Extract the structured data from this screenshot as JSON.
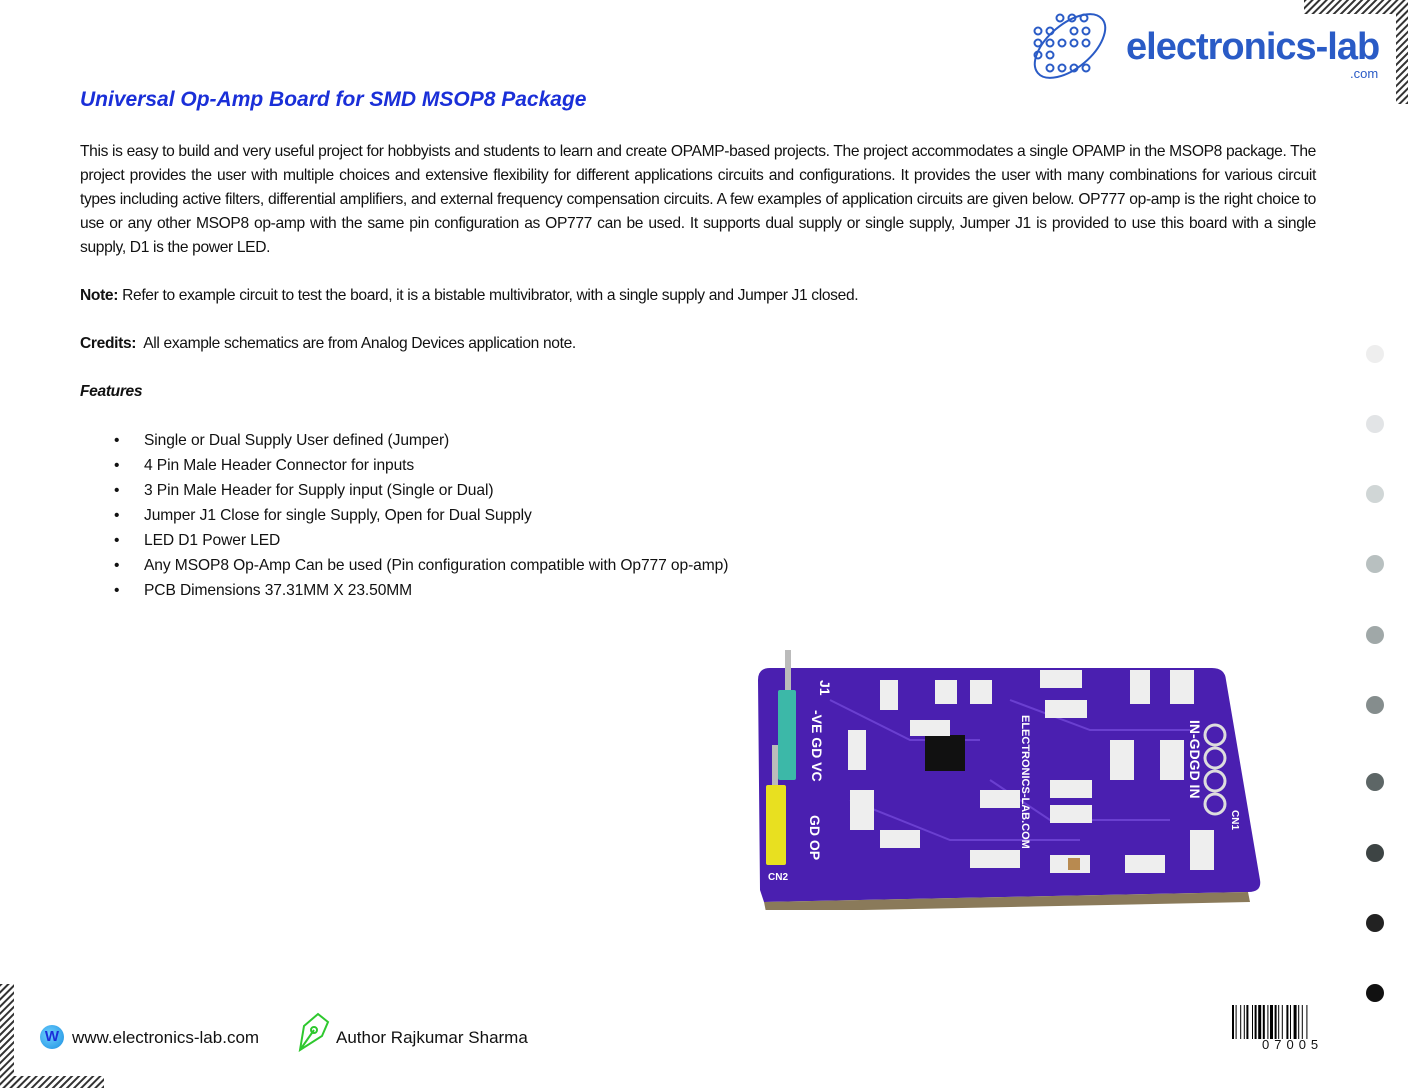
{
  "logo": {
    "name": "electronics-lab",
    "suffix": ".com",
    "brand_color": "#2a5bc6"
  },
  "title": "Universal Op-Amp Board for SMD MSOP8 Package",
  "intro": "This is easy to build and very useful project for hobbyists and students to learn and create OPAMP-based projects. The project accommodates a single OPAMP in the MSOP8 package. The project provides the user with multiple choices and extensive flexibility for different applications circuits and configurations. It provides the user with many combinations for various circuit types including active filters, differential amplifiers, and external frequency compensation circuits. A few examples of application circuits are given below. OP777 op-amp is the right choice to use or any other MSOP8 op-amp with the same pin configuration as OP777 can be used. It supports dual supply or single supply, Jumper J1 is provided to use this board with a single supply, D1 is the power LED.",
  "note": {
    "label": "Note:",
    "text": " Refer to example circuit to test the board, it is a bistable multivibrator, with a single supply and Jumper J1 closed."
  },
  "credits": {
    "label": "Credits:",
    "text": "  All example schematics are from Analog Devices application note."
  },
  "features": {
    "heading": "Features",
    "bullet": "•",
    "items": [
      "Single or Dual Supply User defined (Jumper)",
      "4 Pin Male Header Connector for inputs",
      "3 Pin Male Header for Supply input (Single or Dual)",
      "Jumper J1 Close for single Supply, Open for Dual Supply",
      "LED D1 Power LED",
      "Any MSOP8 Op-Amp Can be used (Pin configuration compatible with Op777 op-amp)",
      "PCB Dimensions 37.31MM X 23.50MM"
    ]
  },
  "pcb_labels": {
    "j1": "J1",
    "supply": "-VE GD VC",
    "out": "GD OP",
    "in": "IN-GDGD IN",
    "cn2": "CN2",
    "cn1": "CN1",
    "silk": "ELECTRONICS-LAB.COM"
  },
  "footer": {
    "website": "www.electronics-lab.com",
    "website_icon": "W",
    "author": "Author Rajkumar Sharma",
    "barcode_number": "07005"
  },
  "colors": {
    "title": "#1a2fd8",
    "pcb": "#4a1fb0"
  }
}
